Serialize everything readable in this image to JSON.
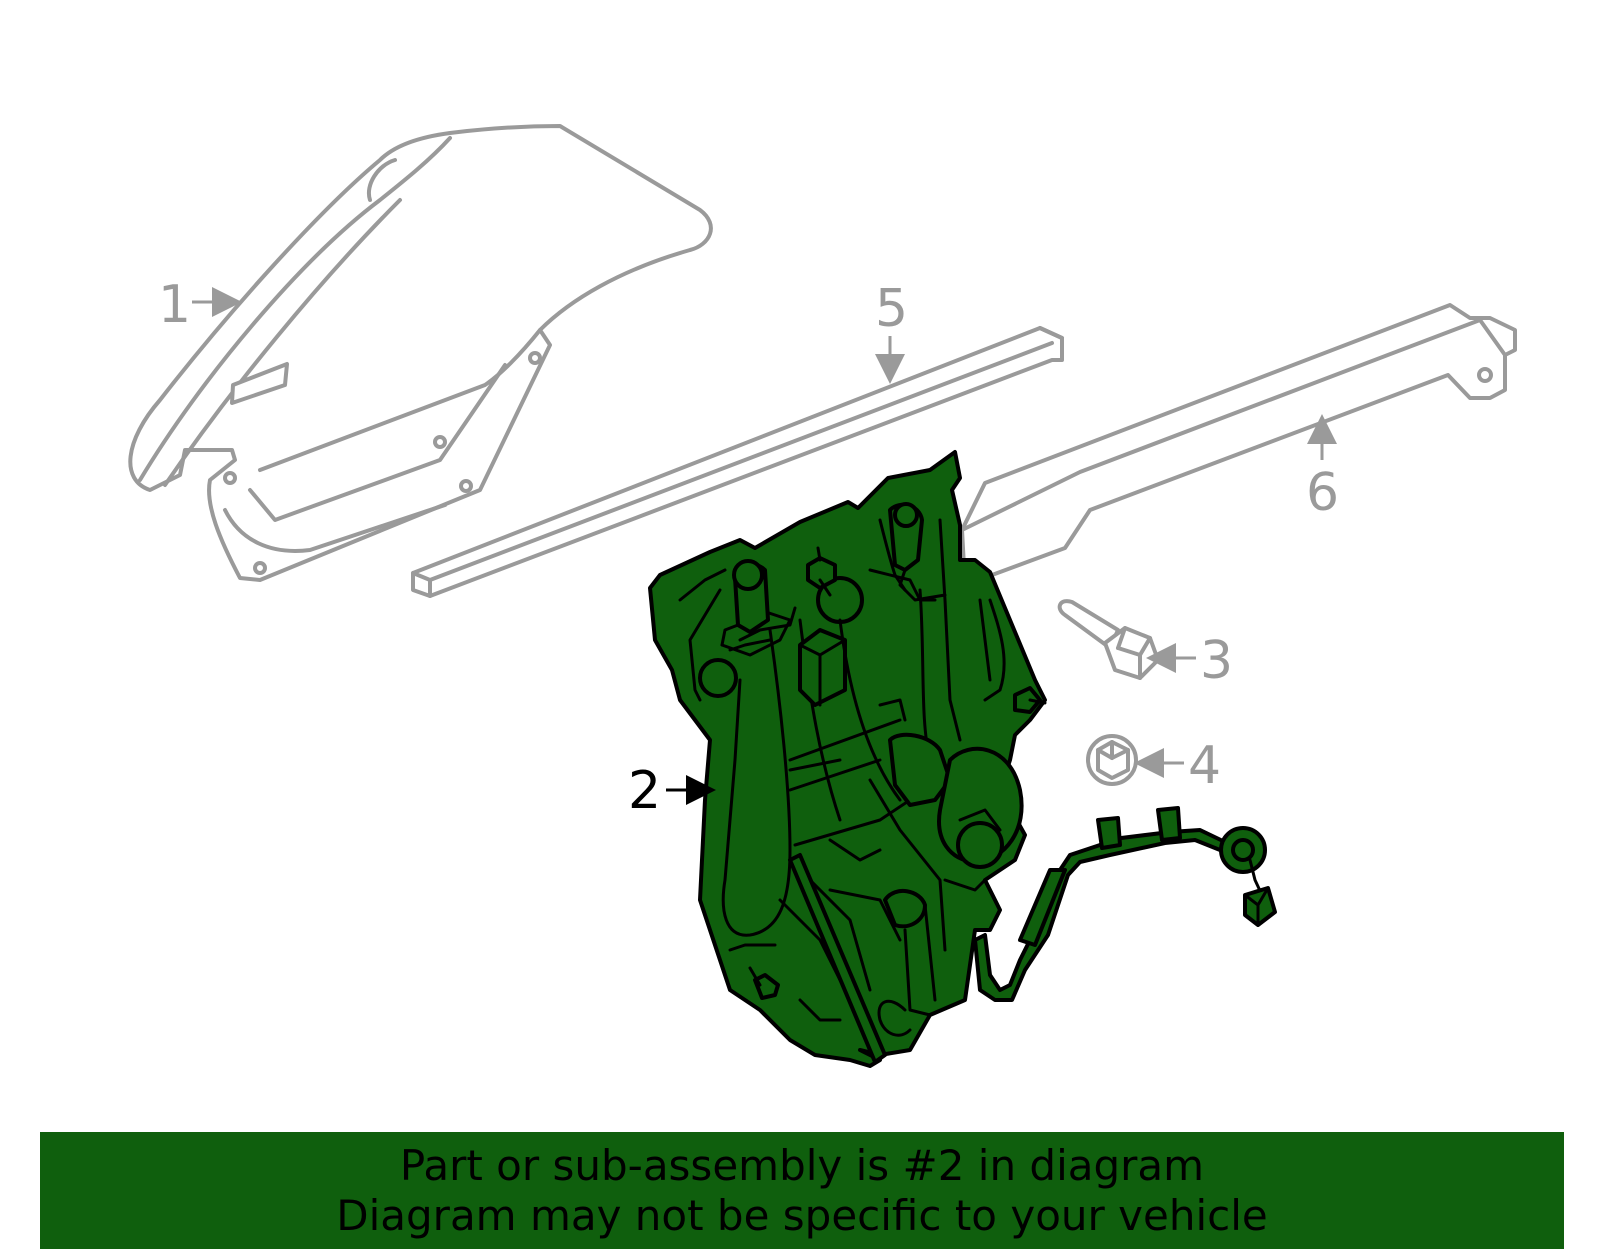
{
  "callouts": {
    "c1": "1",
    "c2": "2",
    "c3": "3",
    "c4": "4",
    "c5": "5",
    "c6": "6"
  },
  "banner": {
    "line1": "Part or sub-assembly is #2 in diagram",
    "line2": "Diagram may not be specific to your vehicle"
  },
  "colors": {
    "highlight": "#0f5f0d",
    "inactive": "#9a9a9a"
  }
}
